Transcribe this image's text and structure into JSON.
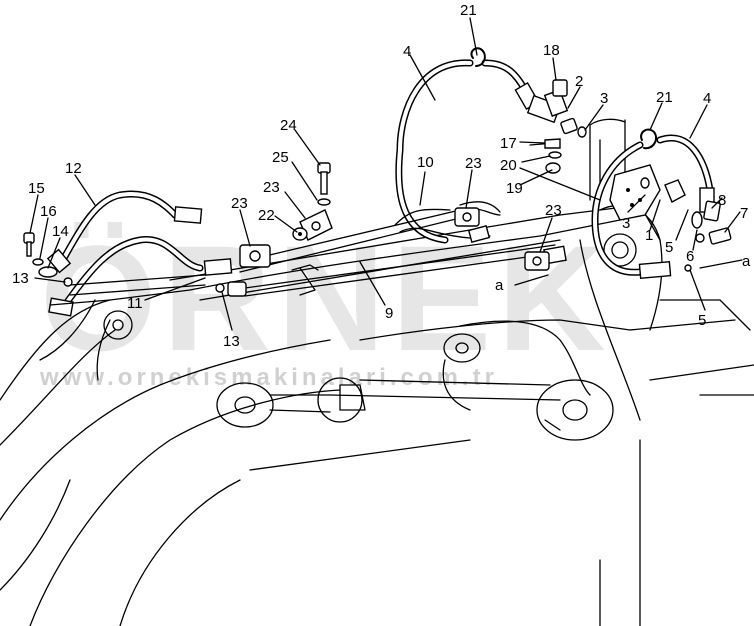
{
  "watermark": {
    "brand": "ÖRNEK",
    "url": "www.ornekismakinalari.com.tr"
  },
  "callouts": [
    {
      "id": "c21a",
      "text": "21"
    },
    {
      "id": "c4a",
      "text": "4"
    },
    {
      "id": "c18",
      "text": "18"
    },
    {
      "id": "c2",
      "text": "2"
    },
    {
      "id": "c3a",
      "text": "3"
    },
    {
      "id": "c21b",
      "text": "21"
    },
    {
      "id": "c4b",
      "text": "4"
    },
    {
      "id": "c17",
      "text": "17"
    },
    {
      "id": "c20",
      "text": "20"
    },
    {
      "id": "c19",
      "text": "19"
    },
    {
      "id": "c10",
      "text": "10"
    },
    {
      "id": "c23a",
      "text": "23"
    },
    {
      "id": "c24",
      "text": "24"
    },
    {
      "id": "c25",
      "text": "25"
    },
    {
      "id": "c23b",
      "text": "23"
    },
    {
      "id": "c22",
      "text": "22"
    },
    {
      "id": "c23c",
      "text": "23"
    },
    {
      "id": "c23d",
      "text": "23"
    },
    {
      "id": "c12",
      "text": "12"
    },
    {
      "id": "c15",
      "text": "15"
    },
    {
      "id": "c16",
      "text": "16"
    },
    {
      "id": "c14",
      "text": "14"
    },
    {
      "id": "c13a",
      "text": "13"
    },
    {
      "id": "c11",
      "text": "11"
    },
    {
      "id": "c13b",
      "text": "13"
    },
    {
      "id": "c9",
      "text": "9"
    },
    {
      "id": "c3b",
      "text": "3"
    },
    {
      "id": "c1",
      "text": "1"
    },
    {
      "id": "c5a",
      "text": "5"
    },
    {
      "id": "c6",
      "text": "6"
    },
    {
      "id": "c8",
      "text": "8"
    },
    {
      "id": "c7",
      "text": "7"
    },
    {
      "id": "c5b",
      "text": "5"
    },
    {
      "id": "ca1",
      "text": "a"
    },
    {
      "id": "ca2",
      "text": "a"
    }
  ]
}
